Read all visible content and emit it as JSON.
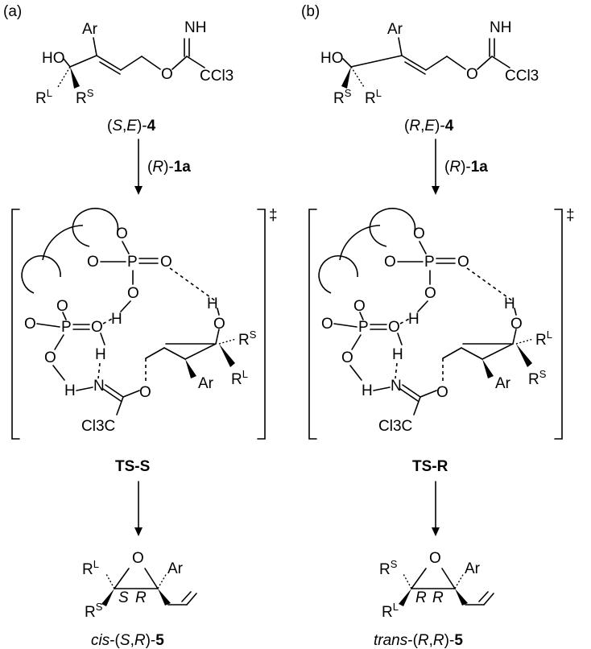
{
  "panels": [
    {
      "tag": "(a)",
      "substrate": {
        "ar": "Ar",
        "nh": "NH",
        "ho": "HO",
        "o": "O",
        "ccl3": "CCl3",
        "rl": "R",
        "rl_sup": "L",
        "rs": "R",
        "rs_sup": "S",
        "name_paren": "(",
        "name_s": "S",
        "name_comma": ",",
        "name_e": "E",
        "name_close": ")-",
        "name_num": "4"
      },
      "step1": {
        "paren": "(",
        "r": "R",
        "close": ")-",
        "cat": "1a"
      },
      "ts": {
        "dagger": "‡",
        "o": "O",
        "p": "P",
        "h": "H",
        "n": "N",
        "cl3c": "Cl3C",
        "ar": "Ar",
        "rs": "R",
        "rs_sup": "S",
        "rl": "R",
        "rl_sup": "L",
        "label": "TS-S"
      },
      "product": {
        "o": "O",
        "ar": "Ar",
        "rl": "R",
        "rl_sup": "L",
        "rs": "R",
        "rs_sup": "S",
        "c1": "S",
        "c2": "R",
        "name_prefix": "cis",
        "name_mid": "-(",
        "name_s": "S",
        "name_comma": ",",
        "name_r": "R",
        "name_close": ")-",
        "name_num": "5"
      }
    },
    {
      "tag": "(b)",
      "substrate": {
        "ar": "Ar",
        "nh": "NH",
        "ho": "HO",
        "o": "O",
        "ccl3": "CCl3",
        "rs": "R",
        "rs_sup": "S",
        "rl": "R",
        "rl_sup": "L",
        "name_paren": "(",
        "name_r": "R",
        "name_comma": ",",
        "name_e": "E",
        "name_close": ")-",
        "name_num": "4"
      },
      "step1": {
        "paren": "(",
        "r": "R",
        "close": ")-",
        "cat": "1a"
      },
      "ts": {
        "dagger": "‡",
        "o": "O",
        "p": "P",
        "h": "H",
        "n": "N",
        "cl3c": "Cl3C",
        "ar": "Ar",
        "rl": "R",
        "rl_sup": "L",
        "rs": "R",
        "rs_sup": "S",
        "label": "TS-R"
      },
      "product": {
        "o": "O",
        "ar": "Ar",
        "rs": "R",
        "rs_sup": "S",
        "rl": "R",
        "rl_sup": "L",
        "c1": "R",
        "c2": "R",
        "name_prefix": "trans",
        "name_mid": "-(",
        "name_r1": "R",
        "name_comma": ",",
        "name_r2": "R",
        "name_close": ")-",
        "name_num": "5"
      }
    }
  ]
}
